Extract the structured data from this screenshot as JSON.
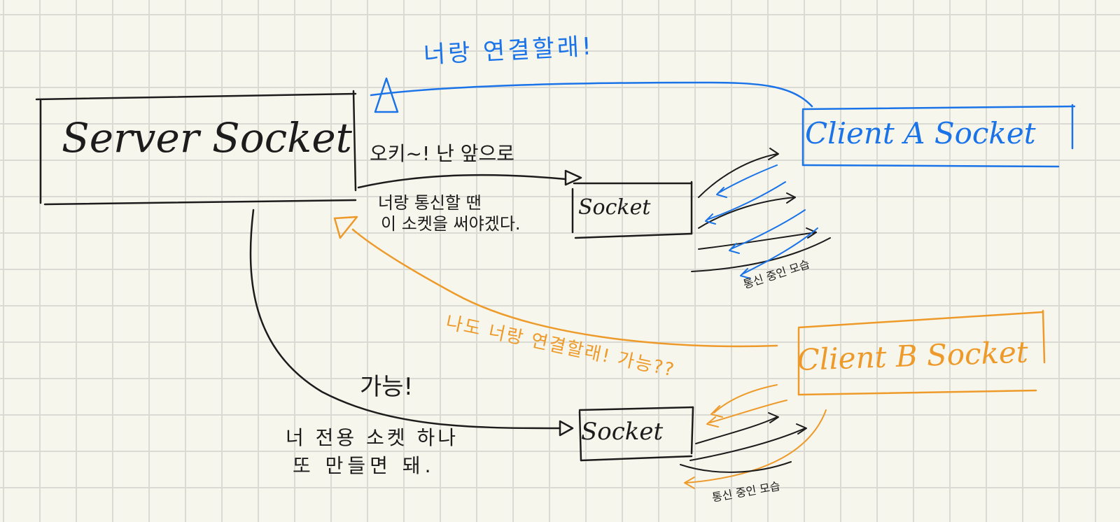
{
  "colors": {
    "ink": "#1c1c1c",
    "client_a": "#1a73e8",
    "client_b": "#ee9a2a",
    "paper": "#f7f6ec",
    "grid": "#d9dad4"
  },
  "nodes": {
    "server_socket": "Server Socket",
    "client_a_socket": "Client A Socket",
    "client_b_socket": "Client B Socket",
    "socket_a": "Socket",
    "socket_b": "Socket"
  },
  "labels": {
    "client_a_request": "너랑 연결할래!",
    "server_ok": "오키~! 난 앞으로",
    "server_note_line1": "너랑 통신할 땐",
    "server_note_line2": "이 소켓을 써야겠다.",
    "client_b_request": "나도 너랑 연결할래! 가능??",
    "server_possible": "가능!",
    "server_note_b_line1": "너 전용 소켓 하나",
    "server_note_b_line2": "또 만들면 돼.",
    "communicating_a": "통신 중인 모습",
    "communicating_b": "통신 중인 모습"
  }
}
